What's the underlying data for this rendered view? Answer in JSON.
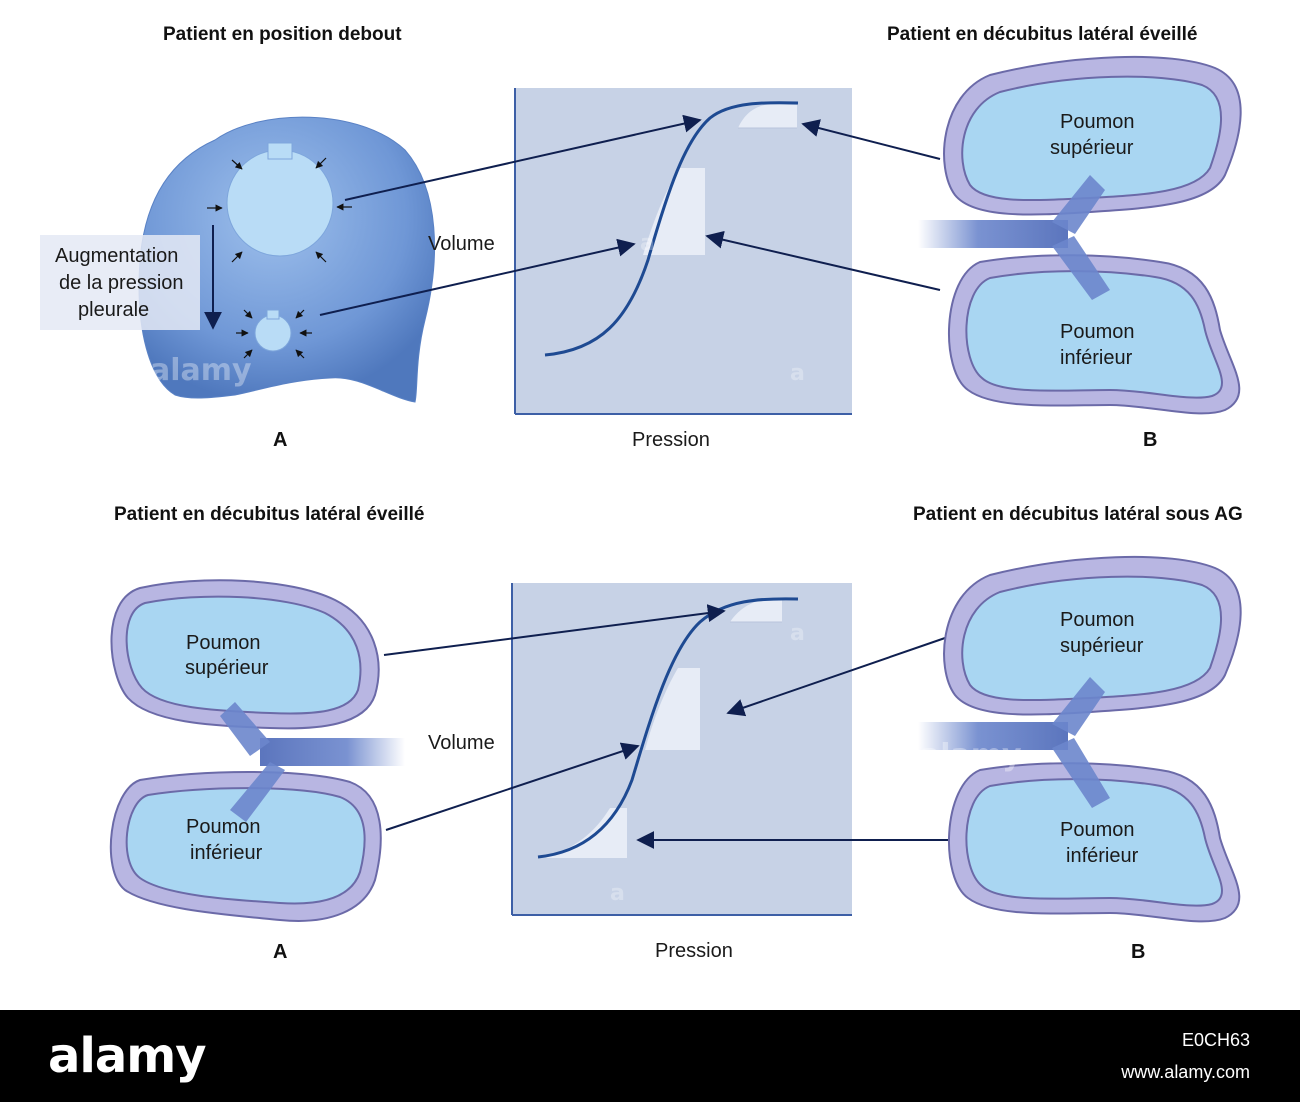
{
  "top": {
    "left_title": "Patient en position debout",
    "right_title": "Patient en décubitus latéral éveillé",
    "pressure_label_line1": "Augmentation",
    "pressure_label_line2": "de la pression",
    "pressure_label_line3": "pleurale",
    "volume_label": "Volume",
    "pressure_axis_label": "Pression",
    "letter_a": "A",
    "letter_b": "B",
    "upper_lung_line1": "Poumon",
    "upper_lung_line2": "supérieur",
    "lower_lung_line1": "Poumon",
    "lower_lung_line2": "inférieur"
  },
  "bottom": {
    "left_title": "Patient en décubitus latéral éveillé",
    "right_title": "Patient en décubitus latéral sous AG",
    "volume_label": "Volume",
    "pressure_axis_label": "Pression",
    "letter_a": "A",
    "letter_b": "B",
    "left_upper_line1": "Poumon",
    "left_upper_line2": "supérieur",
    "left_lower_line1": "Poumon",
    "left_lower_line2": "inférieur",
    "right_upper_line1": "Poumon",
    "right_upper_line2": "supérieur",
    "right_lower_line1": "Poumon",
    "right_lower_line2": "inférieur"
  },
  "watermark": {
    "brand": "alamy",
    "image_id": "E0CH63",
    "site": "www.alamy.com"
  },
  "colors": {
    "lung_fill": "#a9d6f2",
    "pleura_fill": "#b8b6e2",
    "pleura_stroke": "#6b6aa8",
    "chart_bg": "#c7d2e6",
    "curve": "#214a8e",
    "arrow": "#0f1f4f",
    "thorax": "#6f97d6"
  }
}
